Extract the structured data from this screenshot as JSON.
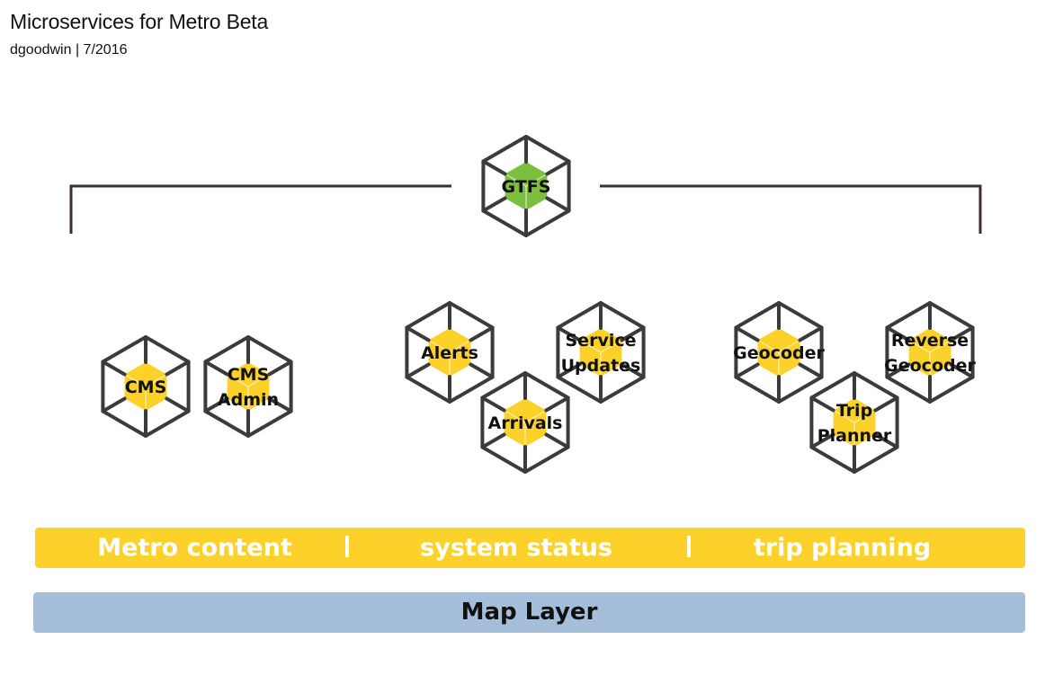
{
  "header": {
    "title": "Microservices for Metro Beta",
    "subtitle": "dgoodwin | 7/2016"
  },
  "colors": {
    "hex_stroke": "#3b3b3b",
    "cube_yellow": "#fcd12a",
    "cube_green": "#7cbf3f",
    "connector": "#3a2f2c",
    "band_yellow": "#fcd12a",
    "band_blue": "#a5bfda"
  },
  "nodes": {
    "gtfs": {
      "lines": [
        "GTFS"
      ],
      "color": "green"
    },
    "cms": {
      "lines": [
        "CMS"
      ],
      "color": "yellow"
    },
    "cms_admin": {
      "lines": [
        "CMS",
        "Admin"
      ],
      "color": "yellow"
    },
    "alerts": {
      "lines": [
        "Alerts"
      ],
      "color": "yellow"
    },
    "service_updates": {
      "lines": [
        "Service",
        "Updates"
      ],
      "color": "yellow"
    },
    "arrivals": {
      "lines": [
        "Arrivals"
      ],
      "color": "yellow"
    },
    "geocoder": {
      "lines": [
        "Geocoder"
      ],
      "color": "yellow"
    },
    "reverse_geocoder": {
      "lines": [
        "Reverse",
        "Geocoder"
      ],
      "color": "yellow"
    },
    "trip_planner": {
      "lines": [
        "Trip",
        "Planner"
      ],
      "color": "yellow"
    }
  },
  "categories": {
    "metro_content": "Metro content",
    "system_status": "system status",
    "trip_planning": "trip planning"
  },
  "map_layer": "Map Layer"
}
